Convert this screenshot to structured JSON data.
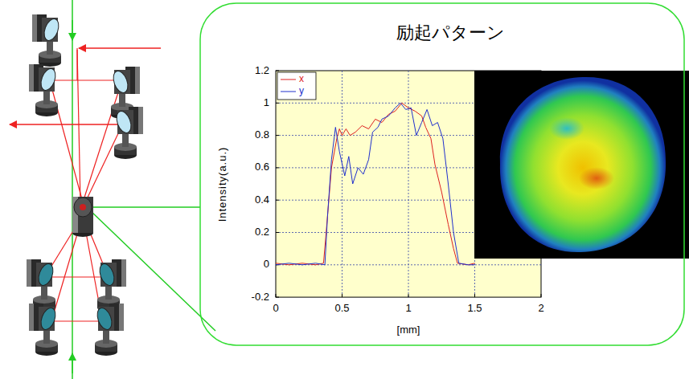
{
  "diagram": {
    "nodes": [
      {
        "text": [
          "励起パターン"
        ]
      }
    ],
    "labels": [
      "1.2",
      "1",
      "0.8",
      "0.6",
      "0.4",
      "0.2",
      "0",
      "-0.2",
      "0",
      "0.5",
      "1",
      "1.5",
      "2",
      "Intensity(a.u.)",
      "[mm]"
    ],
    "legend": [
      {
        "text": "x"
      },
      {
        "text": "y"
      }
    ]
  }
}
